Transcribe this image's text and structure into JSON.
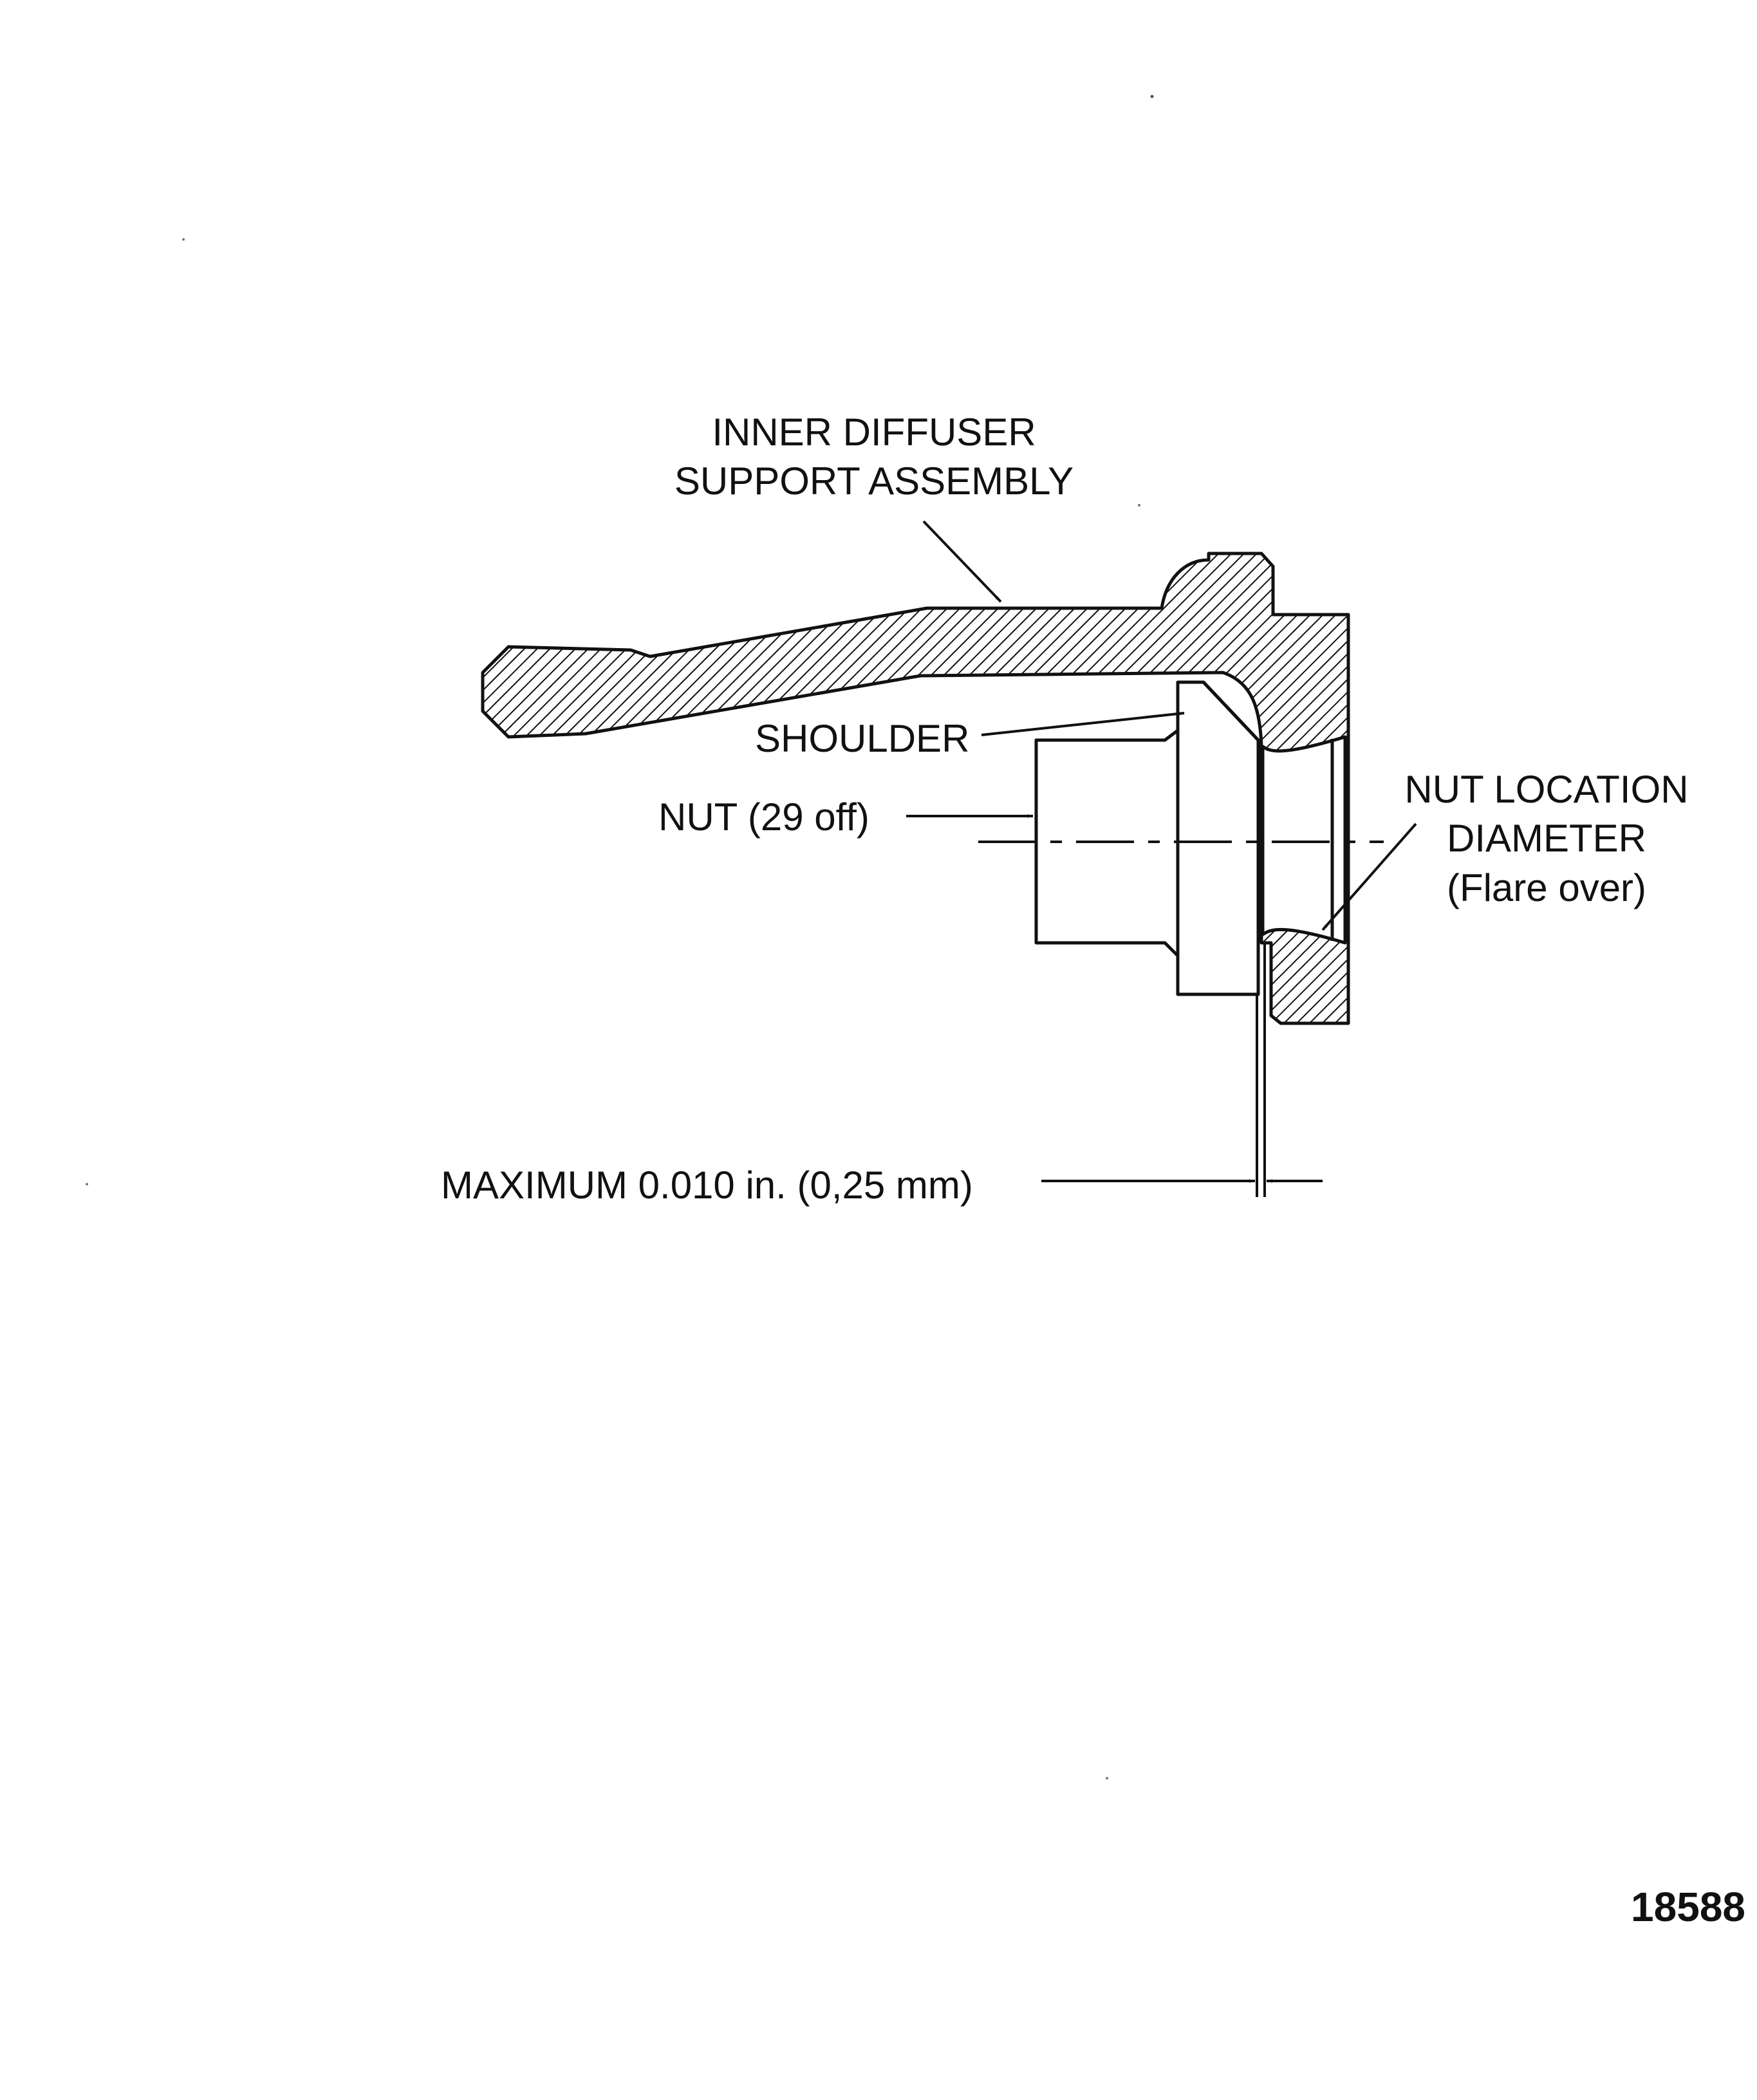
{
  "labels": {
    "support_line1": "INNER DIFFUSER",
    "support_line2": "SUPPORT ASSEMBLY",
    "shoulder": "SHOULDER",
    "nut": "NUT (29 off)",
    "nut_location_line1": "NUT LOCATION",
    "nut_location_line2": "DIAMETER",
    "nut_location_line3": "(Flare over)",
    "maximum": "MAXIMUM 0.010 in. (0,25 mm)"
  },
  "figure_number": "18588"
}
